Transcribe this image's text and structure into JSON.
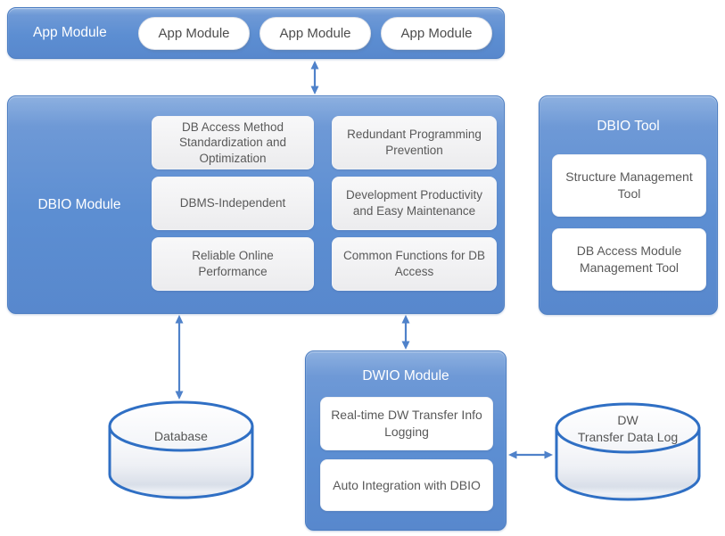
{
  "colors": {
    "module_blue": "#5c8ed2",
    "module_blue_light": "#8db0e0",
    "module_border": "#4a7cc1",
    "arrow_blue": "#4f82ca",
    "cylinder_outline": "#2f6fc4",
    "box_text": "#595959",
    "label_text": "#ffffff"
  },
  "app_bar": {
    "label": "App Module",
    "pills": [
      "App Module",
      "App Module",
      "App Module"
    ]
  },
  "dbio_module": {
    "label": "DBIO Module",
    "features": [
      "DB Access Method Standardization and Optimization",
      "Redundant Programming Prevention",
      "DBMS-Independent",
      "Development Productivity and Easy Maintenance",
      "Reliable Online Performance",
      "Common Functions for DB Access"
    ]
  },
  "dbio_tool": {
    "label": "DBIO Tool",
    "tools": [
      "Structure Management Tool",
      "DB Access Module Management Tool"
    ]
  },
  "dwio_module": {
    "label": "DWIO Module",
    "features": [
      "Real-time DW Transfer Info Logging",
      "Auto Integration with DBIO"
    ]
  },
  "database": {
    "label": "Database"
  },
  "dw_log": {
    "label_line1": "DW",
    "label_line2": "Transfer Data Log"
  }
}
